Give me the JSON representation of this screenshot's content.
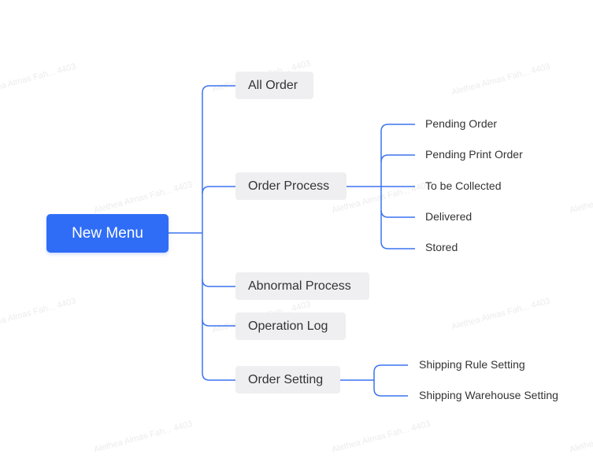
{
  "watermark": "Alethea Almas Fah... 4403",
  "root": {
    "label": "New Menu"
  },
  "menu": [
    {
      "label": "All Order",
      "children": []
    },
    {
      "label": "Order Process",
      "children": [
        {
          "label": "Pending Order"
        },
        {
          "label": "Pending Print Order"
        },
        {
          "label": "To be Collected"
        },
        {
          "label": "Delivered"
        },
        {
          "label": "Stored"
        }
      ]
    },
    {
      "label": "Abnormal Process",
      "children": []
    },
    {
      "label": "Operation Log",
      "children": []
    },
    {
      "label": "Order Setting",
      "children": [
        {
          "label": "Shipping Rule Setting"
        },
        {
          "label": "Shipping Warehouse Setting"
        }
      ]
    }
  ],
  "colors": {
    "accent": "#2f6df6",
    "line": "#3b74f0",
    "node_bg": "#efeff1",
    "text": "#333333"
  }
}
